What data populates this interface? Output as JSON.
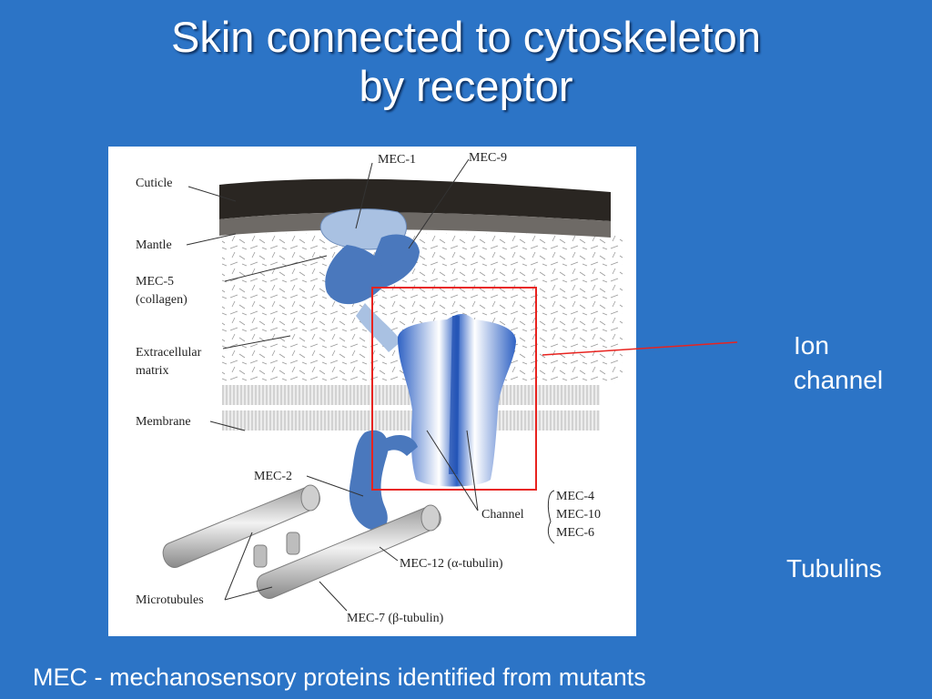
{
  "title": {
    "line1": "Skin connected to cytoskeleton",
    "line2": "by receptor"
  },
  "side_labels": {
    "ion_line1": "Ion",
    "ion_line2": "channel",
    "tubulins": "Tubulins"
  },
  "footer": "MEC - mechanosensory proteins identified from mutants",
  "figure": {
    "labels": {
      "cuticle": "Cuticle",
      "mantle": "Mantle",
      "mec5": "MEC-5",
      "collagen": "(collagen)",
      "ecm1": "Extracellular",
      "ecm2": "matrix",
      "membrane": "Membrane",
      "mec2": "MEC-2",
      "microtubules": "Microtubules",
      "mec1": "MEC-1",
      "mec9": "MEC-9",
      "channel": "Channel",
      "mec4": "MEC-4",
      "mec10": "MEC-10",
      "mec6": "MEC-6",
      "mec12": "MEC-12 (α-tubulin)",
      "mec7": "MEC-7 (β-tubulin)"
    },
    "colors": {
      "cuticle": "#2a2622",
      "protein_blue": "#4a78bd",
      "channel_blue": "#2f62c4",
      "highlight_box": "#e8231f"
    }
  }
}
